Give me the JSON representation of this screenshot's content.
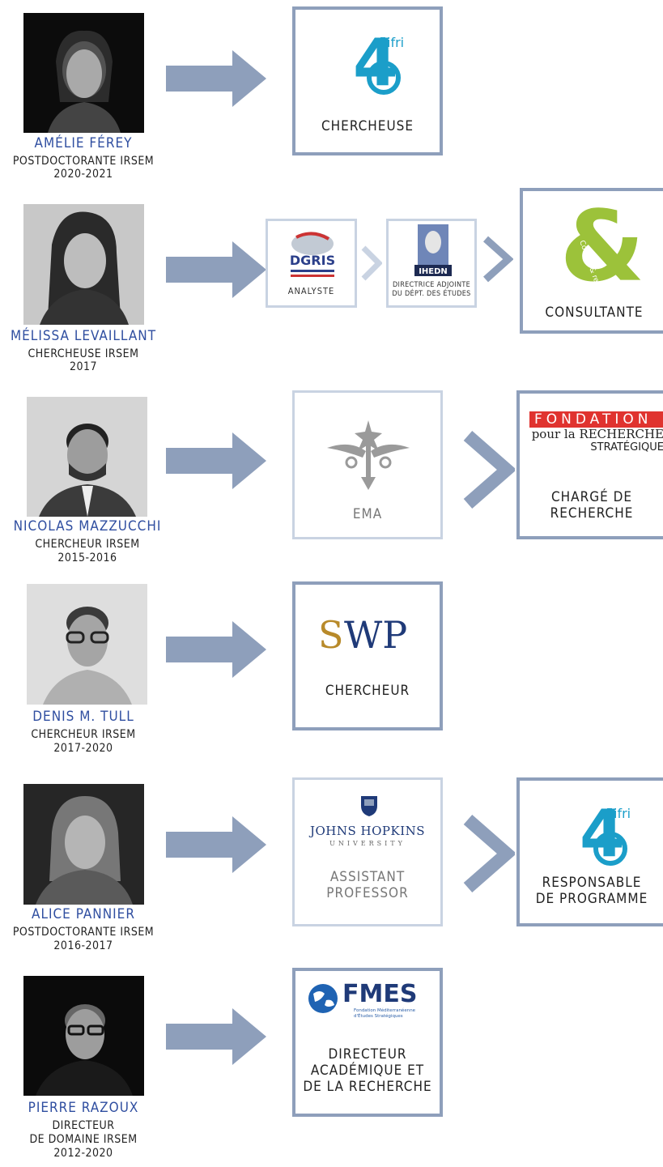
{
  "people": [
    {
      "name": "AMÉLIE FÉREY",
      "role_lines": [
        "POSTDOCTORANTE IRSEM",
        "2020-2021"
      ],
      "destinations": [
        {
          "logo": "ifri-logo",
          "label_lines": [
            "CHERCHEUSE"
          ]
        }
      ]
    },
    {
      "name": "MÉLISSA LEVAILLANT",
      "role_lines": [
        "CHERCHEUSE IRSEM",
        "2017"
      ],
      "destinations": [
        {
          "logo": "dgris-logo",
          "logo_text": "DGRIS",
          "label_lines": [
            "ANALYSTE"
          ]
        },
        {
          "logo": "ihedn-logo",
          "logo_text": "IHEDN",
          "label_lines": [
            "DIRECTRICE ADJOINTE",
            "DU DÉPT. DES ÉTUDES"
          ]
        },
        {
          "logo": "conseil-recherche-logo",
          "logo_text": "Conseil & recherche",
          "label_lines": [
            "CONSULTANTE"
          ]
        }
      ]
    },
    {
      "name": "NICOLAS MAZZUCCHI",
      "role_lines": [
        "CHERCHEUR IRSEM",
        "2015-2016"
      ],
      "destinations": [
        {
          "logo": "ema-emblem",
          "label_lines": [
            "EMA"
          ]
        },
        {
          "logo": "frs-logo",
          "logo_text_lines": [
            "FONDATION",
            "pour la RECHERCHE",
            "STRATÉGIQUE"
          ],
          "label_lines": [
            "CHARGÉ DE",
            "RECHERCHE"
          ]
        }
      ]
    },
    {
      "name": "DENIS M. TULL",
      "role_lines": [
        "CHERCHEUR IRSEM",
        "2017-2020"
      ],
      "destinations": [
        {
          "logo": "swp-logo",
          "logo_text": "SWP",
          "label_lines": [
            "CHERCHEUR"
          ]
        }
      ]
    },
    {
      "name": "ALICE PANNIER",
      "role_lines": [
        "POSTDOCTORANTE IRSEM",
        "2016-2017"
      ],
      "destinations": [
        {
          "logo": "johns-hopkins-logo",
          "logo_text_lines": [
            "JOHNS HOPKINS",
            "UNIVERSITY"
          ],
          "label_lines": [
            "ASSISTANT",
            "PROFESSOR"
          ]
        },
        {
          "logo": "ifri-logo",
          "label_lines": [
            "RESPONSABLE",
            "DE PROGRAMME"
          ]
        }
      ]
    },
    {
      "name": "PIERRE RAZOUX",
      "role_lines": [
        "DIRECTEUR",
        "DE DOMAINE IRSEM",
        "2012-2020"
      ],
      "destinations": [
        {
          "logo": "fmes-logo",
          "logo_text": "FMES",
          "logo_subtext": "Fondation Méditerranéenne d'Études Stratégiques",
          "label_lines": [
            "DIRECTEUR",
            "ACADÉMIQUE ET",
            "DE LA RECHERCHE"
          ]
        }
      ]
    }
  ],
  "ifri_logo_text": "ifri",
  "colors": {
    "name_blue": "#2f4ea0",
    "arrow": "#8e9fbb",
    "border": "#8e9fbb",
    "ifri": "#1b9ec9",
    "conseil": "#9cc23a",
    "frs_red": "#e0332f"
  }
}
